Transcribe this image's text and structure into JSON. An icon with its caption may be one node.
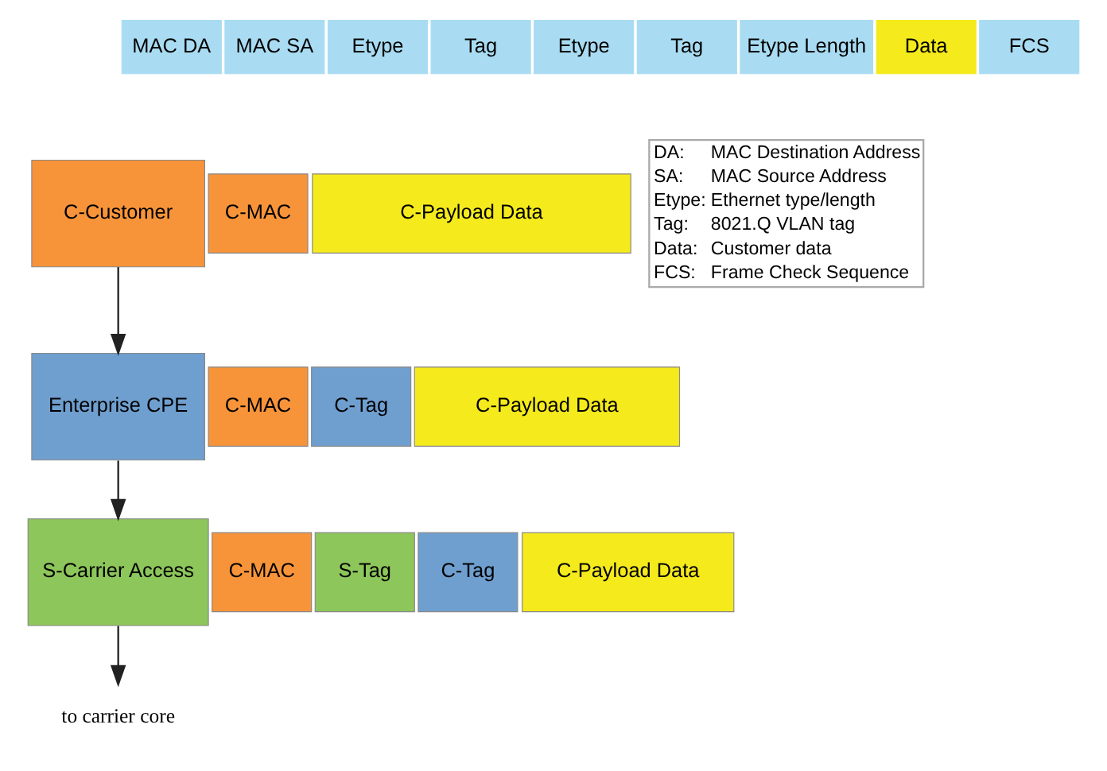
{
  "diagram": {
    "nodes": [
      {
        "text": [
          "MAC DA"
        ]
      },
      {
        "text": [
          "MAC SA"
        ]
      },
      {
        "text": [
          "Etype"
        ]
      },
      {
        "text": [
          "Tag"
        ]
      },
      {
        "text": [
          "Etype"
        ]
      },
      {
        "text": [
          "Tag"
        ]
      },
      {
        "text": [
          "Etype Length"
        ]
      },
      {
        "text": [
          "Data"
        ]
      },
      {
        "text": [
          "FCS"
        ]
      },
      {
        "text": [
          "C-Customer"
        ]
      },
      {
        "text": [
          "C-MAC"
        ]
      },
      {
        "text": [
          "C-Payload Data"
        ]
      },
      {
        "text": [
          "Enterprise CPE"
        ]
      },
      {
        "text": [
          "C-MAC"
        ]
      },
      {
        "text": [
          "C-Tag"
        ]
      },
      {
        "text": [
          "C-Payload Data"
        ]
      },
      {
        "text": [
          "S-Carrier Access"
        ]
      },
      {
        "text": [
          "C-MAC"
        ]
      },
      {
        "text": [
          "S-Tag"
        ]
      },
      {
        "text": [
          "C-Tag"
        ]
      },
      {
        "text": [
          "C-Payload Data"
        ]
      },
      {
        "text": [
          "to carrier core"
        ]
      }
    ],
    "edges": [
      {
        "from": 9,
        "to": 12,
        "arrow": "to"
      },
      {
        "from": 12,
        "to": 16,
        "arrow": "to"
      },
      {
        "from": 16,
        "to": 21,
        "arrow": "to"
      }
    ],
    "labels": [
      "DA:",
      "MAC Destination Address",
      "SA:",
      "MAC Source Address",
      "Etype:",
      "Ethernet type/length",
      "Tag:",
      "8021.Q VLAN tag",
      "Data:",
      "Customer data",
      "FCS:",
      "Frame Check Sequence"
    ]
  }
}
